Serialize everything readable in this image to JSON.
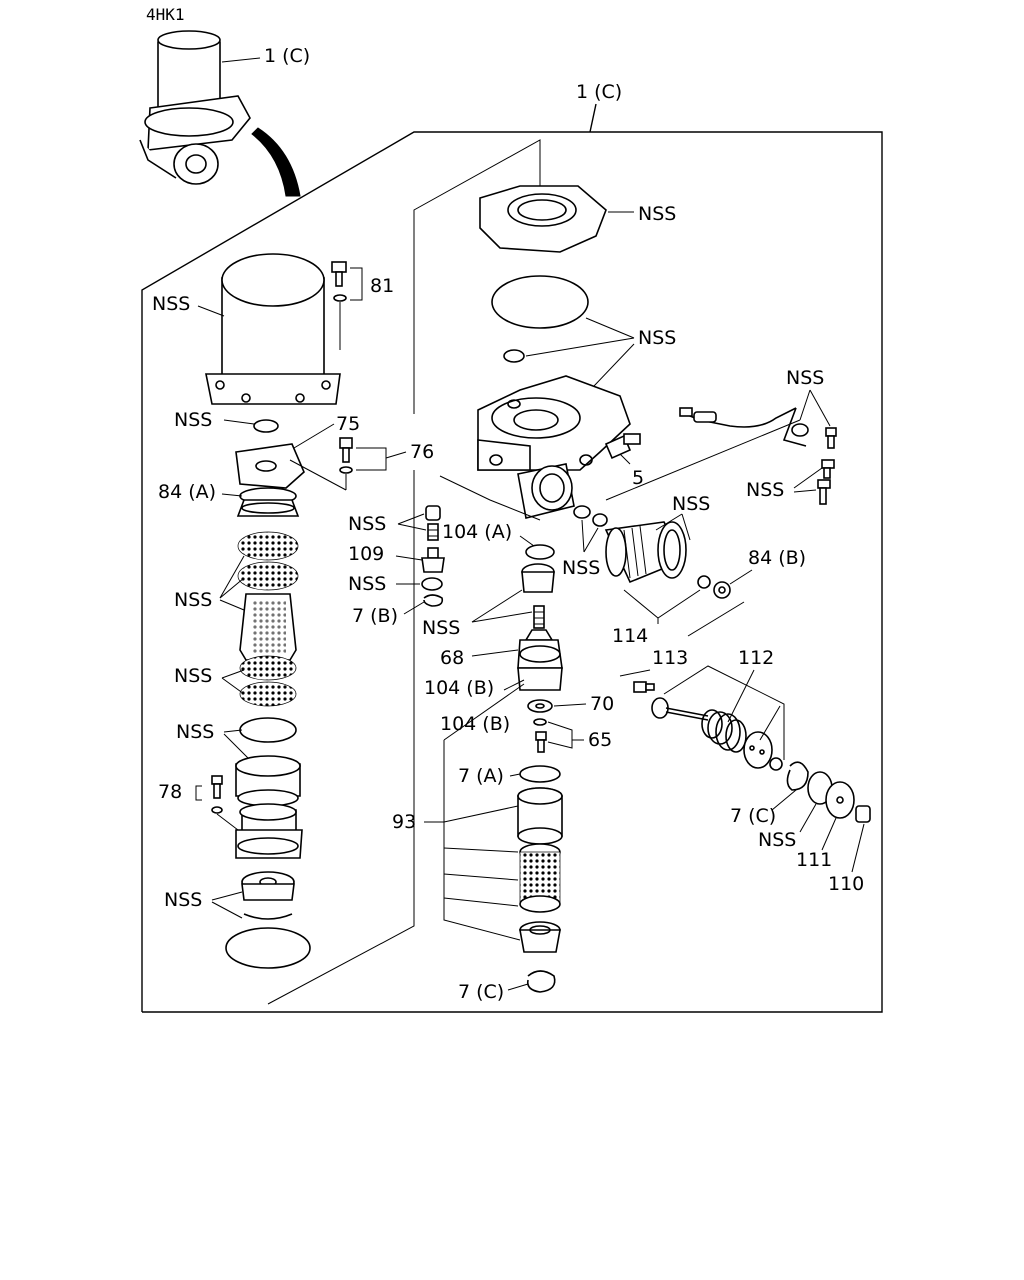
{
  "model": "4HK1",
  "labels": {
    "assembly_top": "1 (C)",
    "assembly_main": "1 (C)",
    "nss": "NSS",
    "p5": "5",
    "p7a": "7 (A)",
    "p7b": "7 (B)",
    "p7c": "7 (C)",
    "p65": "65",
    "p68": "68",
    "p70": "70",
    "p75": "75",
    "p76": "76",
    "p78": "78",
    "p81": "81",
    "p84a": "84 (A)",
    "p84b": "84 (B)",
    "p93": "93",
    "p104a": "104 (A)",
    "p104b": "104 (B)",
    "p109": "109",
    "p110": "110",
    "p111": "111",
    "p112": "112",
    "p113": "113",
    "p114": "114"
  }
}
